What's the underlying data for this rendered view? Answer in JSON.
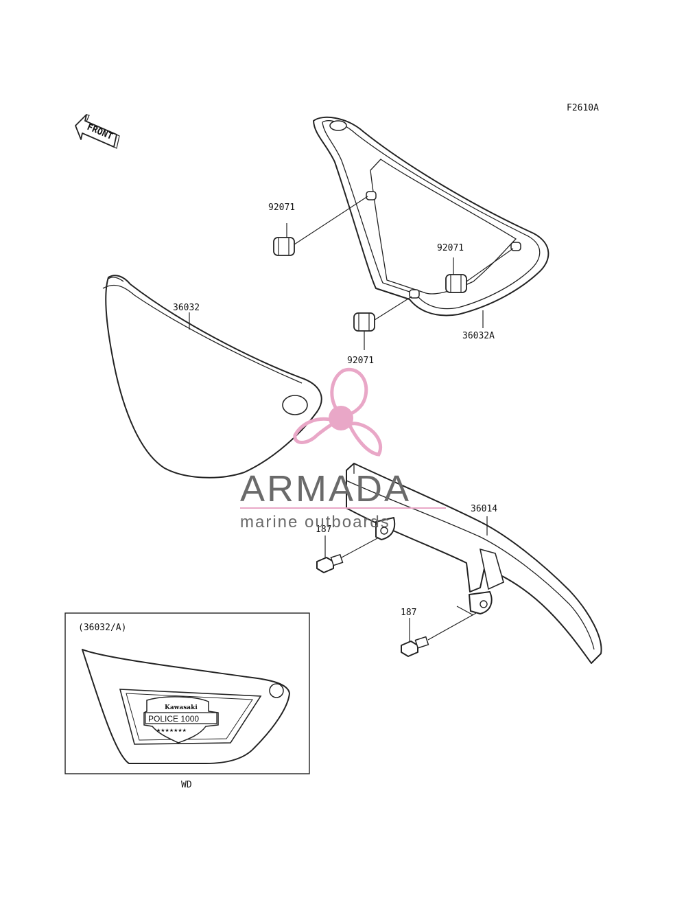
{
  "figure_code": "F2610A",
  "front_label": "FRONT",
  "inset": {
    "title": "(36032/A)",
    "caption": "WD",
    "emblem_brand": "Kawasaki",
    "emblem_model": "POLICE 1000",
    "emblem_stars": "★★★★★★★"
  },
  "parts": {
    "grommet_a": "92071",
    "grommet_b": "92071",
    "grommet_c": "92071",
    "cover_left": "36032",
    "cover_right": "36032A",
    "chain_guard": "36014",
    "bolt_a": "187",
    "bolt_b": "187"
  },
  "watermark": {
    "name": "ARMADA",
    "tagline": "marine outboards",
    "color": "#e9a7c7"
  }
}
